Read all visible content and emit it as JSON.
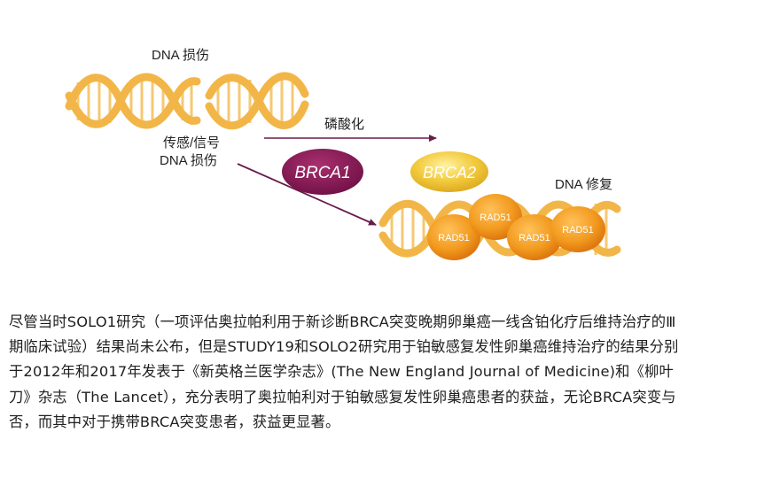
{
  "figure": {
    "label_damage": "DNA 损伤",
    "label_sensing_1": "传感/信号",
    "label_sensing_2": "DNA 损伤",
    "label_phosphorylation": "磷酸化",
    "label_repair": "DNA 修复",
    "brca1": "BRCA1",
    "brca2": "BRCA2",
    "rad51": [
      "RAD51",
      "RAD51",
      "RAD51",
      "RAD51"
    ],
    "colors": {
      "dna_strand": "#f2b648",
      "brca1": "#8a1557",
      "brca2": "#f0c43a",
      "rad51": "#f29a1f",
      "arrow": "#6a1c4c"
    }
  },
  "paragraph": {
    "lines": [
      "尽管当时SOLO1研究（一项评估奥拉帕利用于新诊断BRCA突变晚期卵巢癌一线含铂化疗后维持治疗的Ⅲ",
      "期临床试验）结果尚未公布，但是STUDY19和SOLO2研究用于铂敏感复发性卵巢癌维持治疗的结果分别",
      "于2012年和2017年发表于《新英格兰医学杂志》(The New England Journal of Medicine)和《柳叶",
      "刀》杂志（The Lancet），充分表明了奥拉帕利对于铂敏感复发性卵巢癌患者的获益，无论BRCA突变与",
      "否，而其中对于携带BRCA突变患者，获益更显著。"
    ]
  }
}
